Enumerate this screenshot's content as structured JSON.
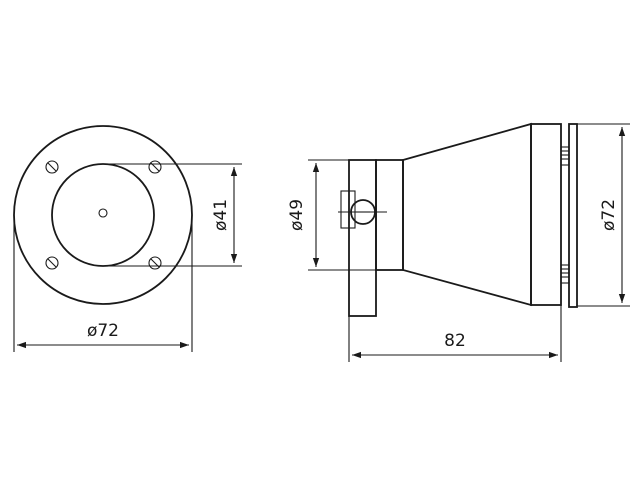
{
  "front_view": {
    "outer_diameter_label": "ø72",
    "inner_diameter_label": "ø41"
  },
  "side_view": {
    "mount_diameter_label": "ø49",
    "flange_diameter_label": "ø72",
    "length_label": "82"
  }
}
